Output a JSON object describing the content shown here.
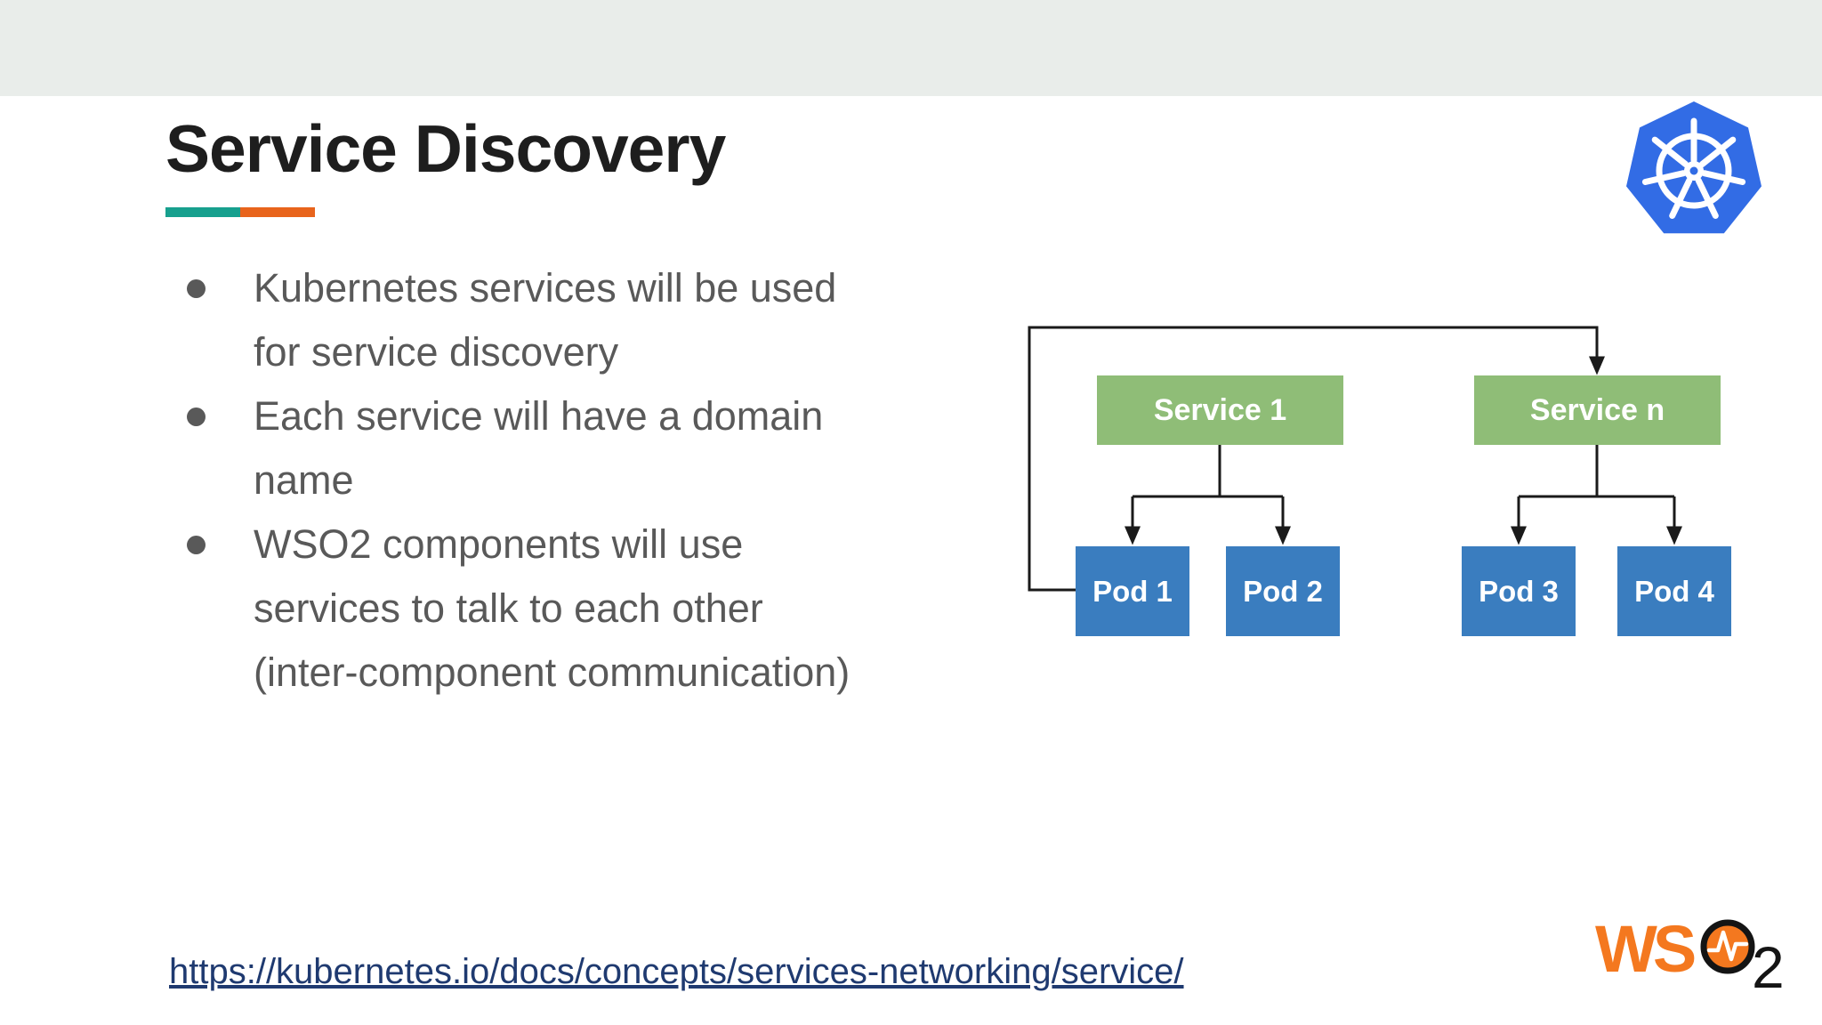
{
  "slide": {
    "title": "Service Discovery",
    "background": "#FFFFFF",
    "top_band_color": "#E9EDEA",
    "accent_teal": "#17A08E",
    "accent_orange": "#E8641C",
    "title_color": "#1E1E1E",
    "body_text_color": "#595959"
  },
  "bullets": [
    {
      "lines": [
        "Kubernetes services will be used",
        "for service discovery"
      ]
    },
    {
      "lines": [
        "Each service will have a domain",
        "name"
      ]
    },
    {
      "lines": [
        "WSO2 components will use",
        "services to talk to each other",
        "(inter-component communication)"
      ]
    }
  ],
  "diagram": {
    "services": [
      {
        "label": "Service 1"
      },
      {
        "label": "Service n"
      }
    ],
    "pods": [
      {
        "label": "Pod 1"
      },
      {
        "label": "Pod 2"
      },
      {
        "label": "Pod 3"
      },
      {
        "label": "Pod 4"
      }
    ],
    "colors": {
      "service_fill": "#8FBD77",
      "pod_fill": "#3A7DBF",
      "connector": "#1A1A1A",
      "label_text": "#FFFFFF"
    }
  },
  "footer": {
    "link": "https://kubernetes.io/docs/concepts/services-networking/service/",
    "link_color": "#1F3A70"
  },
  "logos": {
    "kubernetes": {
      "color": "#326CE5"
    },
    "wso2": {
      "ws": "WS",
      "two": "2",
      "orange": "#F4781F",
      "black": "#141414"
    }
  }
}
